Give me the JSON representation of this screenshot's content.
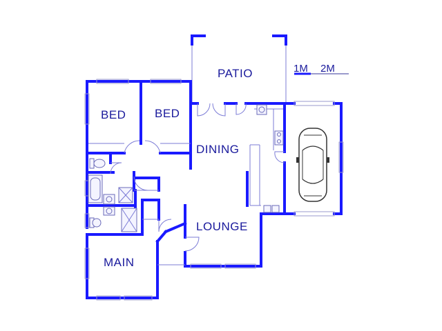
{
  "labels": {
    "patio": "PATIO",
    "bed_left": "BED",
    "bed_right": "BED",
    "dining": "DINING",
    "lounge": "LOUNGE",
    "main": "MAIN"
  },
  "scale": {
    "one": "1M",
    "two": "2M"
  },
  "colors": {
    "wall": "#1a1aff",
    "text": "#1a1a9c"
  }
}
